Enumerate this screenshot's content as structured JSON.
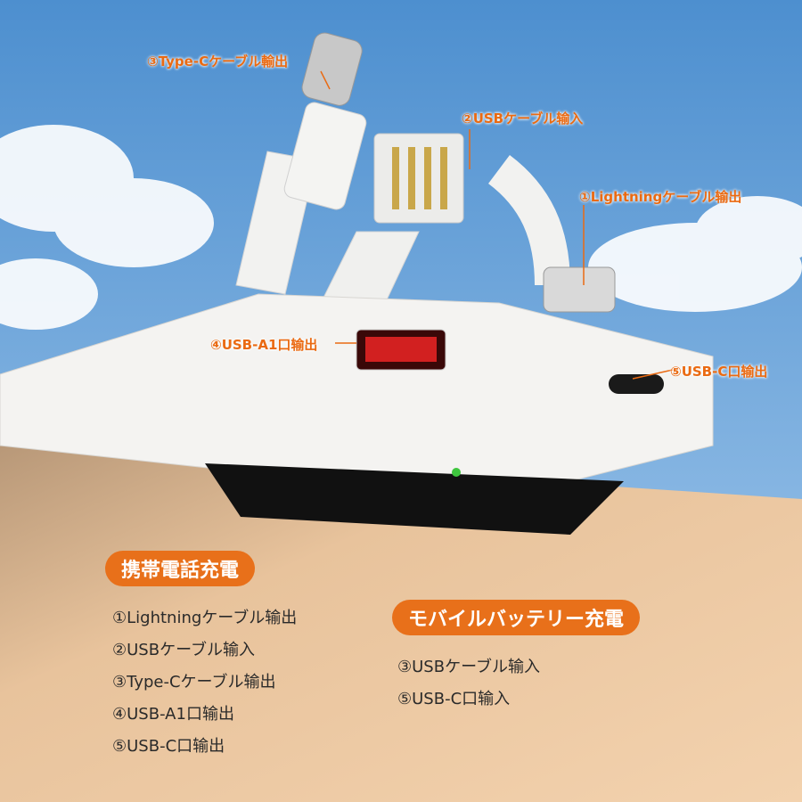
{
  "callouts": {
    "typec": "③Type-Cケーブル輸出",
    "usb": "②USBケーブル输入",
    "lightning": "①Lightningケーブル输出",
    "usba": "④USB-A1口输出",
    "usbc": "⑤USB-C口输出"
  },
  "phone_section": {
    "title": "携帯電話充電",
    "items": [
      "①Lightningケーブル输出",
      "②USBケーブル输入",
      "③Type-Cケーブル输出",
      "④USB-A1口输出",
      "⑤USB-C口输出"
    ]
  },
  "battery_section": {
    "title": "モバイルバッテリー充電",
    "items": [
      "③USBケーブル输入",
      "⑤USB-C口输入"
    ]
  },
  "colors": {
    "accent": "#e8701a",
    "sky": "#5f9fd6",
    "wall": "#ecc49a"
  }
}
